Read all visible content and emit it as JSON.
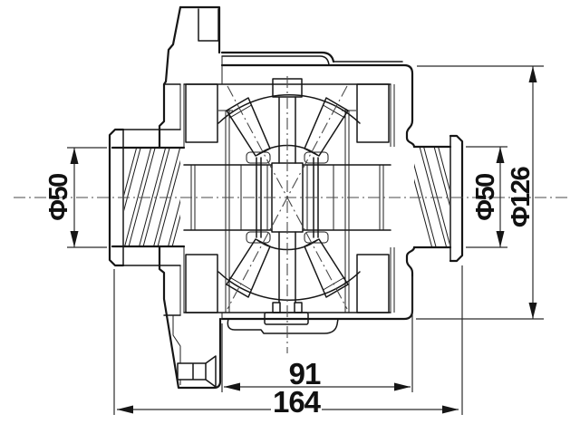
{
  "drawing": {
    "background": "#ffffff",
    "line_color": "#161616",
    "dim_color": "#2b2b2b",
    "dimensions": {
      "left_hub_diameter": "Φ50",
      "right_hub_diameter": "Φ50",
      "outer_diameter": "Φ126",
      "case_length": "91",
      "overall_length": "164"
    }
  }
}
